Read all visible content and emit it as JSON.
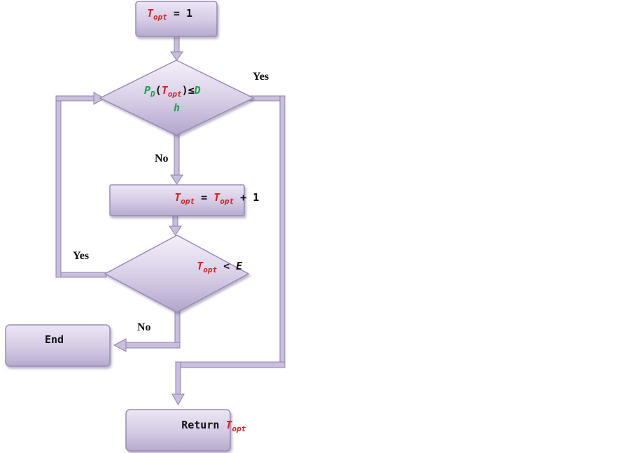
{
  "colors": {
    "box_fill_top": "#ece6f4",
    "box_fill_bottom": "#b7aacd",
    "box_stroke": "#9b8bb8",
    "connector": "#c9bfdd",
    "variable_red": "#d42020",
    "symbol_green": "#1ea04a"
  },
  "nodes": {
    "init": {
      "var": "T",
      "sub": "opt",
      "rest": " = 1"
    },
    "decision1": {
      "p": "P",
      "p_sub": "D",
      "open": "(",
      "var": "T",
      "sub": "opt",
      "close": ")",
      "le": "≤",
      "d": "D",
      "d_sub": "h"
    },
    "increment": {
      "var1": "T",
      "sub1": "opt",
      "eq": " = ",
      "var2": "T",
      "sub2": "opt",
      "rest": " + 1"
    },
    "decision2": {
      "var": "T",
      "sub": "opt",
      "lt": " < ",
      "e": "E"
    },
    "end": {
      "label": "End"
    },
    "ret": {
      "label": "Return ",
      "var": "T",
      "sub": "opt"
    }
  },
  "edges": {
    "yes_top": "Yes",
    "no_top": "No",
    "yes_loop": "Yes",
    "no_bottom": "No"
  }
}
